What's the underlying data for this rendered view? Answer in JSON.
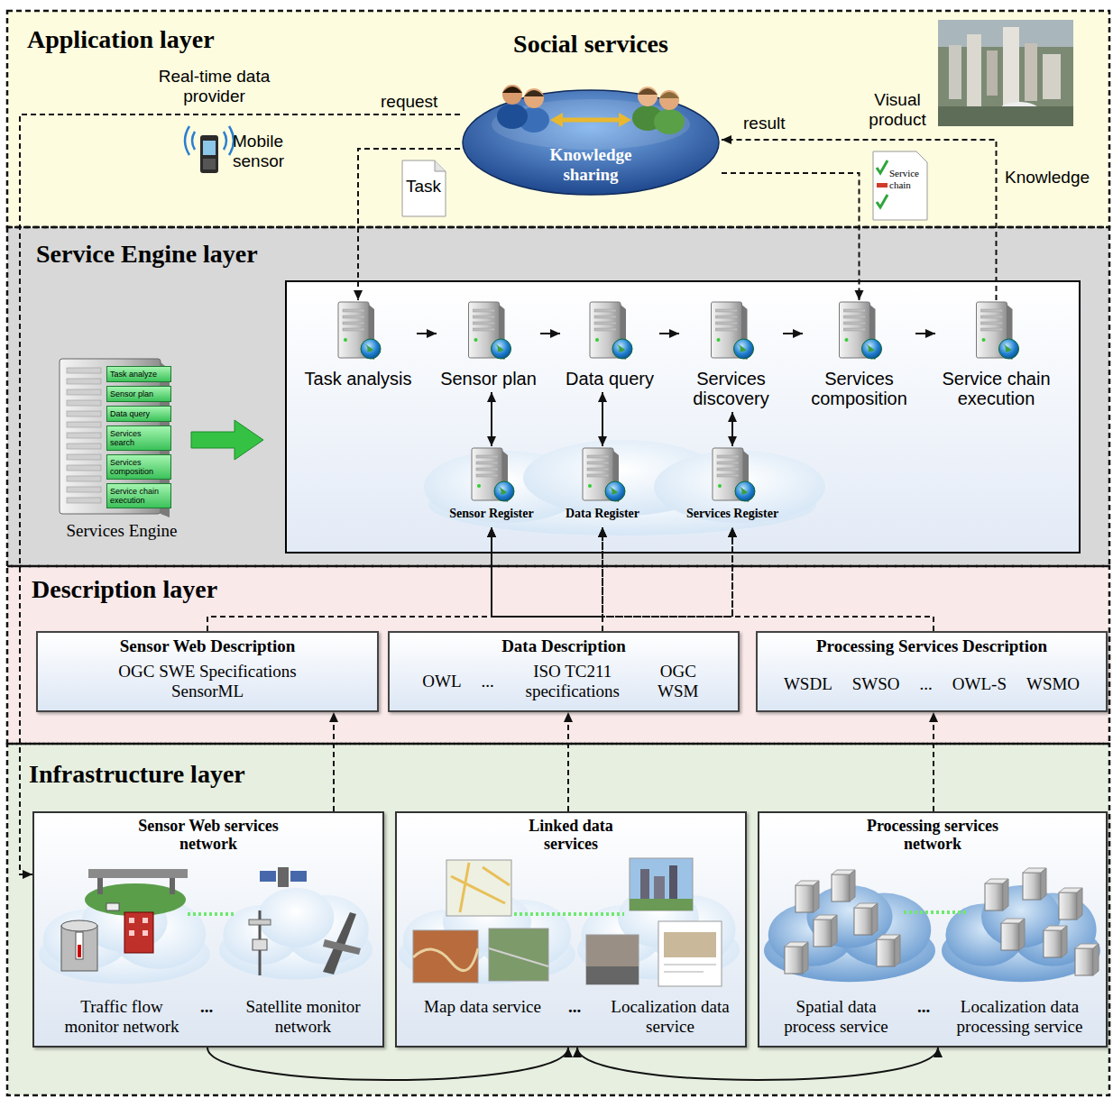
{
  "diagram": {
    "nodes": [
      {
        "text": [
          "Application layer"
        ]
      },
      {
        "text": [
          "Social services",
          "Knowledge sharing"
        ],
        "in": 0
      },
      {
        "text": [
          "Service Engine layer"
        ]
      },
      {
        "text": [
          "Task analyze",
          "Sensor plan",
          "Data query",
          "Services search",
          "Services composition",
          "Service chain execution",
          "Services Engine"
        ],
        "in": 2
      },
      {
        "text": [
          "Task analysis"
        ],
        "in": 2
      },
      {
        "text": [
          "Sensor plan"
        ],
        "in": 2
      },
      {
        "text": [
          "Data query"
        ],
        "in": 2
      },
      {
        "text": [
          "Services discovery"
        ],
        "in": 2
      },
      {
        "text": [
          "Services composition"
        ],
        "in": 2
      },
      {
        "text": [
          "Service chain execution"
        ],
        "in": 2
      },
      {
        "text": [
          "Sensor Register"
        ],
        "in": 2
      },
      {
        "text": [
          "Data Register"
        ],
        "in": 2
      },
      {
        "text": [
          "Services Register"
        ],
        "in": 2
      },
      {
        "text": [
          "Description layer"
        ]
      },
      {
        "text": [
          "Sensor Web Description",
          "OGC SWE Specifications SensorML"
        ],
        "in": 13
      },
      {
        "text": [
          "Data Description",
          "OWL",
          "...",
          "ISO TC211 specifications",
          "OGC WSM"
        ],
        "in": 13
      },
      {
        "text": [
          "Processing Services Description",
          "WSDL",
          "SWSO",
          "...",
          "OWL-S",
          "WSMO"
        ],
        "in": 13
      },
      {
        "text": [
          "Infrastructure layer"
        ]
      },
      {
        "text": [
          "Sensor Web services network",
          "Traffic flow monitor network",
          "...",
          "Satellite monitor network"
        ],
        "in": 17
      },
      {
        "text": [
          "Linked data services",
          "Map data service",
          "...",
          "Localization data service"
        ],
        "in": 17
      },
      {
        "text": [
          "Processing services network",
          "Spatial data process service",
          "...",
          "Localization data processing service"
        ],
        "in": 17
      }
    ],
    "edges": [
      {
        "from": 1,
        "to": 18,
        "arrow": "to",
        "label": "request"
      },
      {
        "from": 1,
        "to": 4,
        "arrow": "to"
      },
      {
        "from": 1,
        "to": 8,
        "arrow": "to"
      },
      {
        "from": 9,
        "to": 1,
        "arrow": "to",
        "label": "result"
      },
      {
        "from": 4,
        "to": 5,
        "arrow": "to"
      },
      {
        "from": 5,
        "to": 6,
        "arrow": "to"
      },
      {
        "from": 6,
        "to": 7,
        "arrow": "to"
      },
      {
        "from": 7,
        "to": 8,
        "arrow": "to"
      },
      {
        "from": 8,
        "to": 9,
        "arrow": "to"
      },
      {
        "from": 5,
        "to": 10,
        "arrow": "both"
      },
      {
        "from": 6,
        "to": 11,
        "arrow": "both"
      },
      {
        "from": 7,
        "to": 12,
        "arrow": "both"
      },
      {
        "from": 14,
        "to": 10,
        "arrow": "to"
      },
      {
        "from": 14,
        "to": 11,
        "arrow": "to"
      },
      {
        "from": 14,
        "to": 12,
        "arrow": "to"
      },
      {
        "from": 15,
        "to": 10,
        "arrow": "to"
      },
      {
        "from": 15,
        "to": 11,
        "arrow": "to"
      },
      {
        "from": 15,
        "to": 12,
        "arrow": "to"
      },
      {
        "from": 16,
        "to": 10,
        "arrow": "to"
      },
      {
        "from": 16,
        "to": 11,
        "arrow": "to"
      },
      {
        "from": 16,
        "to": 12,
        "arrow": "to"
      },
      {
        "from": 18,
        "to": 14,
        "arrow": "to"
      },
      {
        "from": 19,
        "to": 15,
        "arrow": "to"
      },
      {
        "from": 20,
        "to": 16,
        "arrow": "to"
      },
      {
        "from": 18,
        "to": 19,
        "arrow": "to"
      },
      {
        "from": 19,
        "to": 20,
        "arrow": "both"
      }
    ],
    "labels": [
      "Real-time data provider",
      "Visual product",
      "Mobile sensor",
      "Task",
      "Service chain",
      "Knowledge"
    ]
  }
}
